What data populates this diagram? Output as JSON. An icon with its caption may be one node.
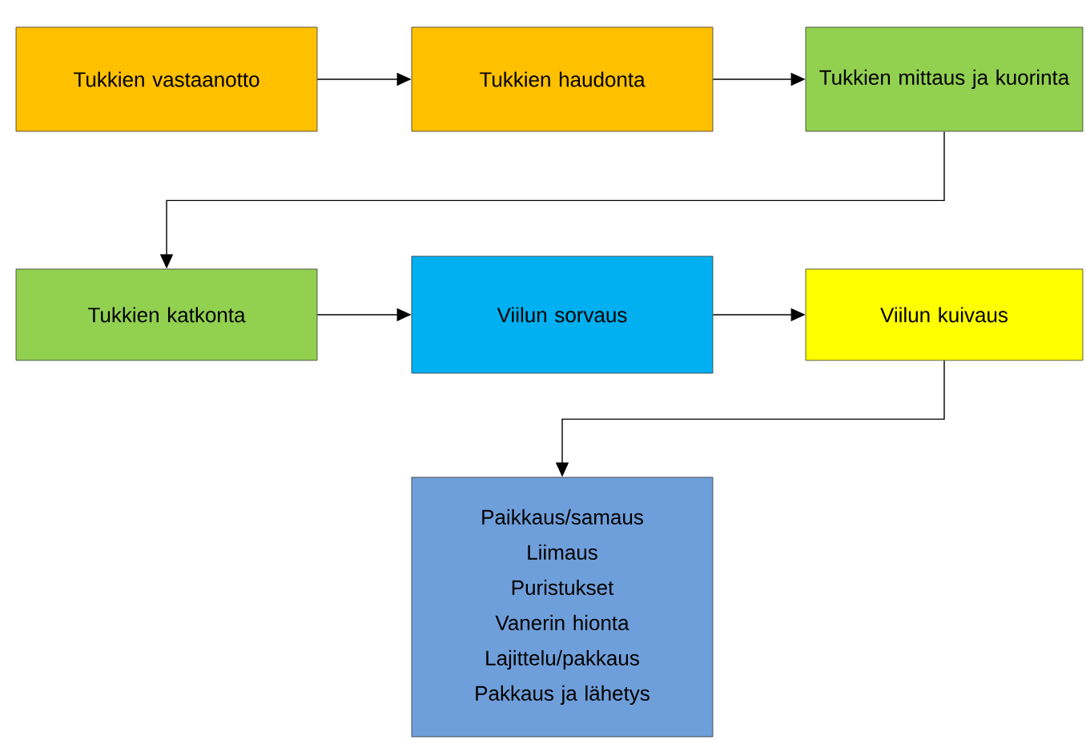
{
  "diagram": {
    "nodes": [
      {
        "text": [
          "Tukkien vastaanotto"
        ]
      },
      {
        "text": [
          "Tukkien haudonta"
        ]
      },
      {
        "text": [
          "Tukkien mittaus ja kuorinta"
        ]
      },
      {
        "text": [
          "Tukkien katkonta"
        ]
      },
      {
        "text": [
          "Viilun sorvaus"
        ]
      },
      {
        "text": [
          "Viilun kuivaus"
        ]
      },
      {
        "text": [
          "Paikkaus/samaus",
          "Liimaus",
          "Puristukset",
          "Vanerin hionta",
          "Lajittelu/pakkaus",
          "Pakkaus ja lähetys"
        ]
      }
    ],
    "edges": [
      {
        "from": 0,
        "to": 1,
        "arrow": "to"
      },
      {
        "from": 1,
        "to": 2,
        "arrow": "to"
      },
      {
        "from": 2,
        "to": 3,
        "arrow": "to"
      },
      {
        "from": 3,
        "to": 4,
        "arrow": "to"
      },
      {
        "from": 4,
        "to": 5,
        "arrow": "to"
      },
      {
        "from": 5,
        "to": 6,
        "arrow": "to"
      }
    ]
  }
}
